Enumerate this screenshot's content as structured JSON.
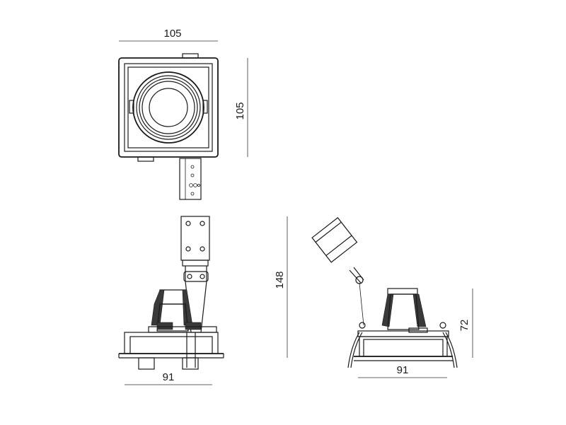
{
  "dimensions": {
    "top_width": "105",
    "top_height": "105",
    "front_width": "91",
    "front_height": "148",
    "side_width": "91",
    "side_height": "72"
  },
  "colors": {
    "line": "#1a1a1a",
    "background": "#ffffff"
  }
}
